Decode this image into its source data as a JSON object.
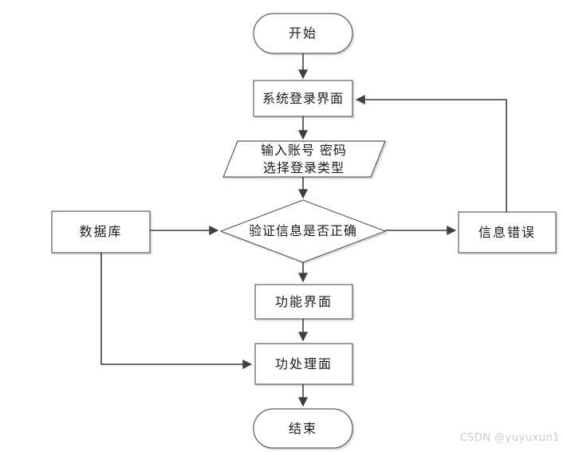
{
  "diagram_title": "system-login-flowchart",
  "nodes": {
    "start": {
      "label": "开始",
      "shape": "terminator"
    },
    "login": {
      "label": "系统登录界面",
      "shape": "process"
    },
    "input": {
      "line1": "输入账号 密码",
      "line2": "选择登录类型",
      "shape": "input-output"
    },
    "decision": {
      "label": "验证信息是否正确",
      "shape": "decision"
    },
    "database": {
      "label": "数据库",
      "shape": "process"
    },
    "error": {
      "label": "信息错误",
      "shape": "process"
    },
    "function": {
      "label": "功能界面",
      "shape": "process"
    },
    "process": {
      "label": "功处理面",
      "shape": "process"
    },
    "end": {
      "label": "结束",
      "shape": "terminator"
    }
  },
  "edges": [
    {
      "from": "start",
      "to": "login"
    },
    {
      "from": "login",
      "to": "input"
    },
    {
      "from": "input",
      "to": "decision"
    },
    {
      "from": "database",
      "to": "decision"
    },
    {
      "from": "decision",
      "to": "error"
    },
    {
      "from": "error",
      "to": "login"
    },
    {
      "from": "decision",
      "to": "function"
    },
    {
      "from": "function",
      "to": "process"
    },
    {
      "from": "database",
      "to": "process"
    },
    {
      "from": "process",
      "to": "end"
    }
  ],
  "watermark": {
    "text": "CSDN @yuyuxun1"
  },
  "colors": {
    "background": "#ffffff",
    "shape_border": "#5a5a5a",
    "arrow": "#3f3f3f",
    "text": "#1a1a1a",
    "watermark": "#cbcbcb"
  }
}
